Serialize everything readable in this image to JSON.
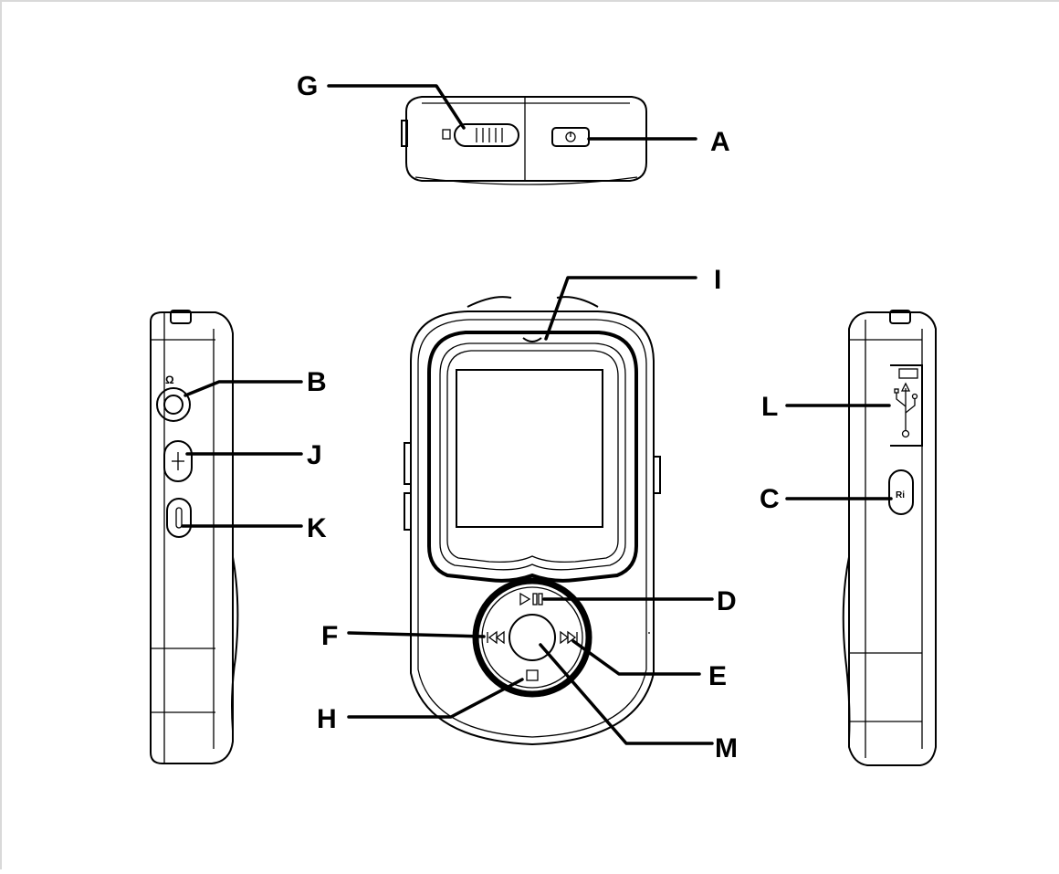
{
  "labels": {
    "A": "A",
    "B": "B",
    "C": "C",
    "D": "D",
    "E": "E",
    "F": "F",
    "G": "G",
    "H": "H",
    "I": "I",
    "J": "J",
    "K": "K",
    "L": "L",
    "M": "M"
  },
  "colors": {
    "ink": "#000000",
    "paper": "#ffffff",
    "frame": "#d9d9d9"
  },
  "icons": {
    "power": "power-icon",
    "play_pause": "play-pause-icon",
    "prev": "previous-track-icon",
    "next": "next-track-icon",
    "stop": "stop-icon",
    "usb": "usb-icon",
    "reset": "reset-icon"
  }
}
